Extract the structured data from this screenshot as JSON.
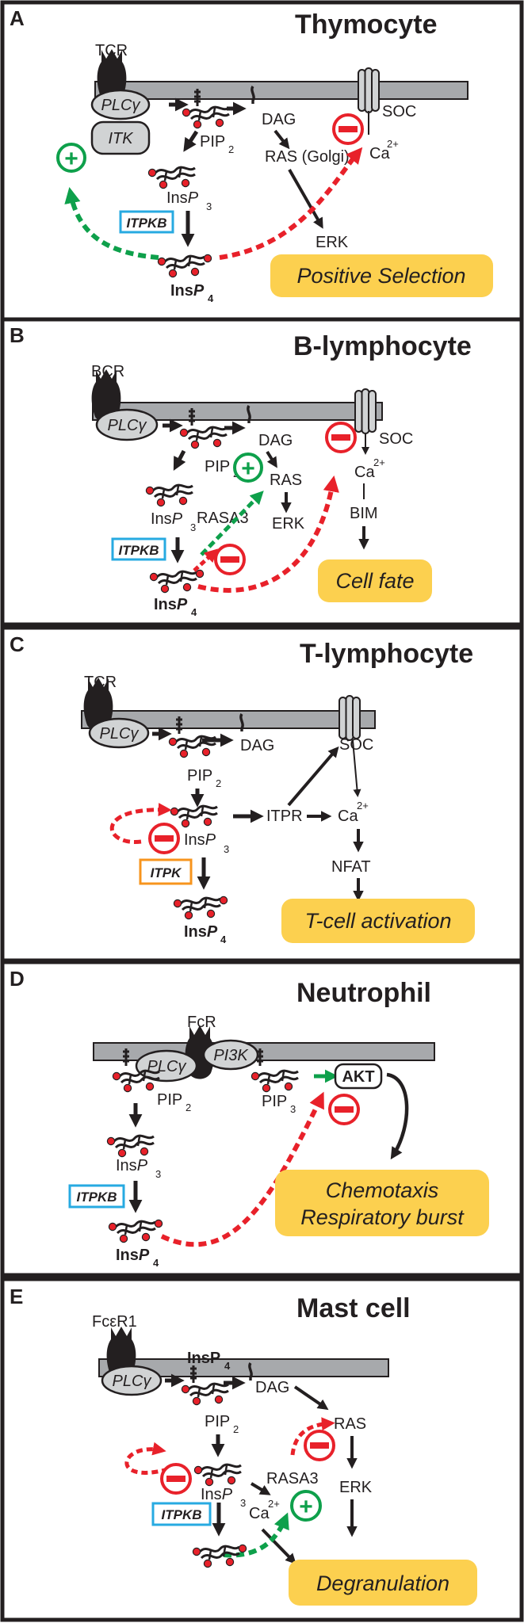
{
  "colors": {
    "membrane": "#a7a9ac",
    "outcome_fill": "#fcd04f",
    "inhibit_red": "#e8212a",
    "activate_green": "#0ea04b",
    "kinase_box_blue": "#27aae1",
    "kinase_box_orange": "#f7941d",
    "phosphate_red": "#e8212a",
    "text": "#231f20"
  },
  "panels": [
    {
      "letter": "A",
      "cell": "Thymocyte",
      "receptor": "TCR",
      "enzymes": [
        "PLCγ",
        "ITK"
      ],
      "labels": [
        "DAG",
        "SOC",
        "Ca",
        "RAS (Golgi)",
        "ERK"
      ],
      "charge": "2+",
      "pip2": "PIP",
      "pip2_sub": "2",
      "ip3": "Ins",
      "ip3_p": "P",
      "ip3_sub": "3",
      "ip4": "Ins",
      "ip4_p": "P",
      "ip4_sub": "4",
      "kinase": "ITPKB",
      "outcome": "Positive Selection"
    },
    {
      "letter": "B",
      "cell": "B-lymphocyte",
      "receptor": "BCR",
      "enzymes": [
        "PLCγ"
      ],
      "labels": [
        "DAG",
        "SOC",
        "Ca",
        "RAS",
        "ERK",
        "BIM",
        "RASA3"
      ],
      "charge": "2+",
      "pip2": "PIP",
      "pip2_sub": "2",
      "ip3": "Ins",
      "ip3_p": "P",
      "ip3_sub": "3",
      "ip4": "Ins",
      "ip4_p": "P",
      "ip4_sub": "4",
      "kinase": "ITPKB",
      "outcome": "Cell fate"
    },
    {
      "letter": "C",
      "cell": "T-lymphocyte",
      "receptor": "TCR",
      "enzymes": [
        "PLCγ"
      ],
      "labels": [
        "DAG",
        "SOC",
        "Ca",
        "ITPR",
        "NFAT"
      ],
      "charge": "2+",
      "pip2": "PIP",
      "pip2_sub": "2",
      "ip3": "Ins",
      "ip3_p": "P",
      "ip3_sub": "3",
      "ip4": "Ins",
      "ip4_p": "P",
      "ip4_sub": "4",
      "kinase": "ITPK",
      "outcome": "T-cell activation"
    },
    {
      "letter": "D",
      "cell": "Neutrophil",
      "receptor": "FcR",
      "enzymes": [
        "PLCγ",
        "PI3K"
      ],
      "labels": [
        "AKT"
      ],
      "pip2": "PIP",
      "pip2_sub": "2",
      "pip3": "PIP",
      "pip3_sub": "3",
      "ip3": "Ins",
      "ip3_p": "P",
      "ip3_sub": "3",
      "ip4": "Ins",
      "ip4_p": "P",
      "ip4_sub": "4",
      "kinase": "ITPKB",
      "outcome_lines": [
        "Chemotaxis",
        "Respiratory burst"
      ]
    },
    {
      "letter": "E",
      "cell": "Mast cell",
      "receptor": "FcεR1",
      "enzymes": [
        "PLCγ"
      ],
      "labels": [
        "DAG",
        "RAS",
        "ERK",
        "RASA3",
        "Ca"
      ],
      "charge": "2+",
      "pip2": "PIP",
      "pip2_sub": "2",
      "ip3": "Ins",
      "ip3_p": "P",
      "ip3_sub": "3",
      "ip4_fragment": "InsP",
      "ip4_fragment_sub": "4",
      "kinase": "ITPKB",
      "outcome": "Degranulation"
    }
  ]
}
